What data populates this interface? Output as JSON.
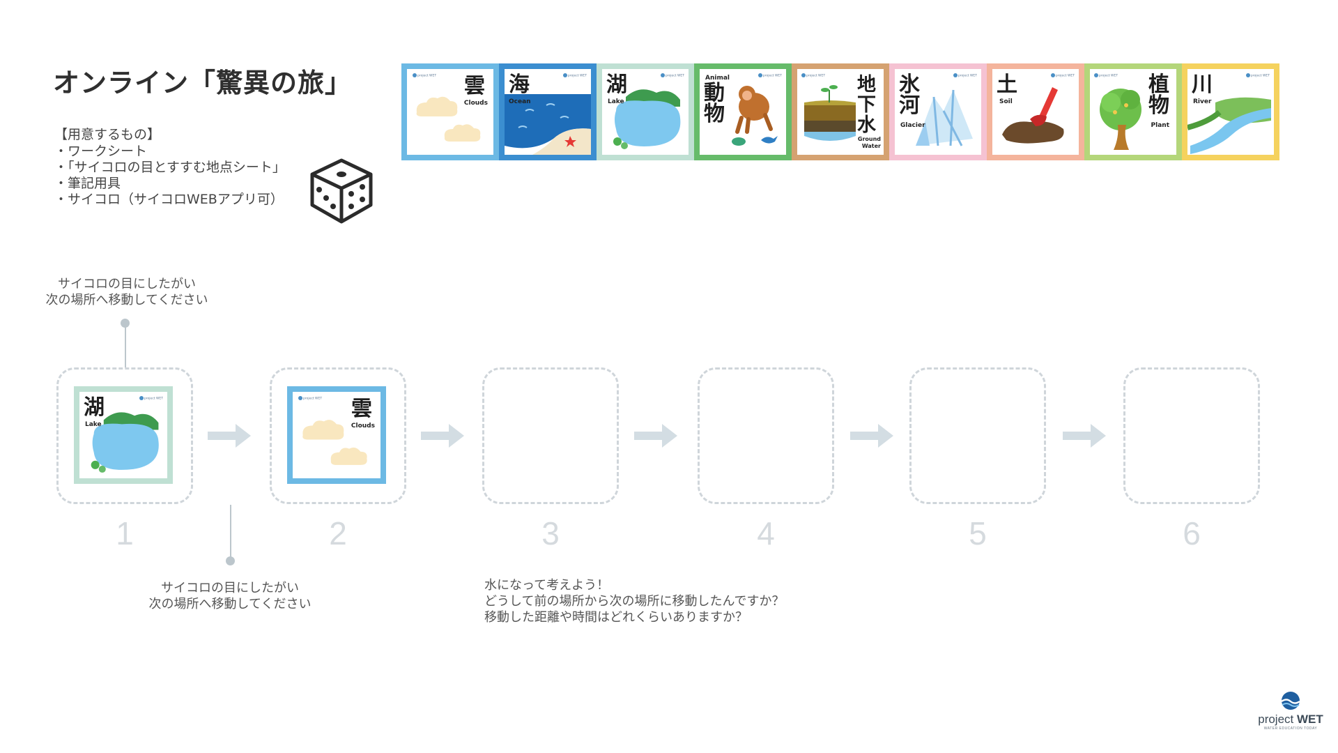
{
  "title": "オンライン「驚異の旅」",
  "materials": {
    "heading": "【用意するもの】",
    "items": [
      "・ワークシート",
      "・「サイコロの目とすすむ地点シート」",
      "・筆記用具",
      "・サイコロ（サイコロWEBアプリ可）"
    ]
  },
  "cards": [
    {
      "kanji": "雲",
      "en": "Clouds",
      "border": "#6cb9e4"
    },
    {
      "kanji": "海",
      "en": "Ocean",
      "border": "#3b8ed0"
    },
    {
      "kanji": "湖",
      "en": "Lake",
      "border": "#bfe0d3"
    },
    {
      "kanji": "動物",
      "en": "Animal",
      "border": "#66bb6a"
    },
    {
      "kanji": "地下水",
      "en": "Ground Water",
      "border": "#d5a271"
    },
    {
      "kanji": "氷河",
      "en": "Glacier",
      "border": "#f5c2d2"
    },
    {
      "kanji": "土",
      "en": "Soil",
      "border": "#f4b49c"
    },
    {
      "kanji": "植物",
      "en": "Plant",
      "border": "#b4d67a"
    },
    {
      "kanji": "川",
      "en": "River",
      "border": "#f5d25e"
    }
  ],
  "card_logo": "project WET",
  "steps": [
    {
      "number": "1",
      "card": {
        "kanji": "湖",
        "en": "Lake"
      }
    },
    {
      "number": "2",
      "card": {
        "kanji": "雲",
        "en": "Clouds"
      }
    },
    {
      "number": "3"
    },
    {
      "number": "4"
    },
    {
      "number": "5"
    },
    {
      "number": "6"
    }
  ],
  "notes": {
    "top_line1": "サイコロの目にしたがい",
    "top_line2": "次の場所へ移動してください",
    "bottom_line1": "サイコロの目にしたがい",
    "bottom_line2": "次の場所へ移動してください",
    "question_line1": "水になって考えよう！",
    "question_line2": "どうして前の場所から次の場所に移動したんですか？",
    "question_line3": "移動した距離や時間はどれくらいありますか？"
  },
  "brand": {
    "name_light": "project ",
    "name_bold": "WET",
    "tagline": "WATER EDUCATION TODAY"
  },
  "colors": {
    "slot_border": "#cfd5da",
    "arrow": "#d3dde3",
    "connector": "#bcc6cc"
  }
}
